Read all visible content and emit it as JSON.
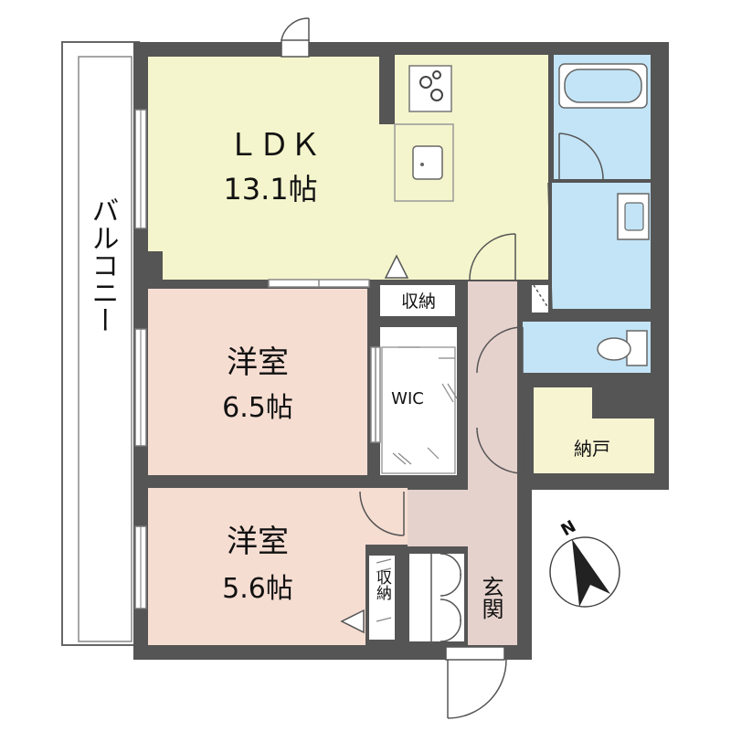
{
  "rooms": {
    "ldk": {
      "name": "ＬＤＫ",
      "size": "13.1帖"
    },
    "western1": {
      "name": "洋室",
      "size": "6.5帖"
    },
    "western2": {
      "name": "洋室",
      "size": "5.6帖"
    },
    "wic": {
      "name": "WIC"
    },
    "storage_ldk": {
      "name": "収納"
    },
    "storage_small": {
      "name": "収納"
    },
    "pantry": {
      "name": "納戸"
    },
    "entrance": {
      "name": "玄関"
    },
    "balcony": {
      "name": "バルコニー"
    }
  },
  "compass": {
    "north_label": "N"
  },
  "colors": {
    "wall": "#555555",
    "ldk": "#f4f5cc",
    "western": "#f6ddd2",
    "water": "#c3e4f6",
    "hall": "#e6d2cd",
    "pantry": "#f7f4d2",
    "balcony": "#ffffff"
  }
}
